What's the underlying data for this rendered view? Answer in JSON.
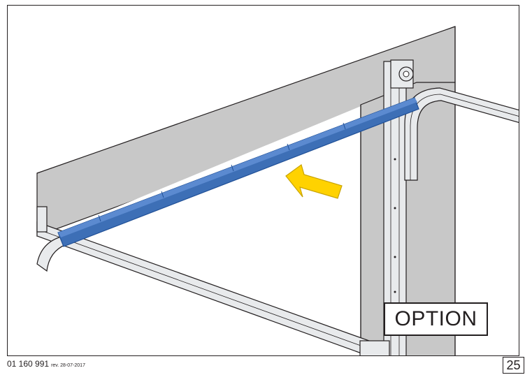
{
  "badge": {
    "label": "OPTION"
  },
  "footer": {
    "doc_code": "01 160 991",
    "revision": "rev. 28-07-2017",
    "page_number": "25"
  },
  "colors": {
    "wall": "#c8c8c8",
    "wall_edge": "#231f20",
    "rail": "#e8eaec",
    "seal": "#3d6fb6",
    "seal_dark": "#1f4f96",
    "arrow": "#ffd200",
    "arrow_edge": "#c9a400"
  },
  "illustration": {
    "subject": "garage-door-header-seal",
    "arrow_direction": "up-left"
  }
}
